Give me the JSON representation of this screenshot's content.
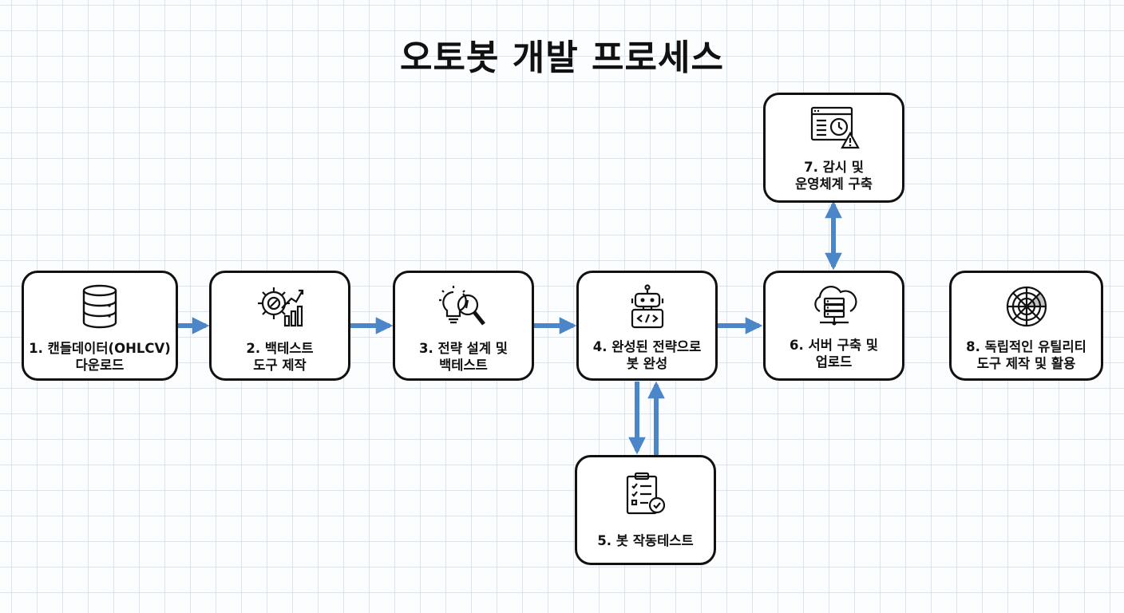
{
  "title": "오토봇 개발 프로세스",
  "nodes": {
    "n1": {
      "label": "1. 캔들데이터(OHLCV)\n다운로드",
      "icon": "database-icon"
    },
    "n2": {
      "label": "2. 백테스트\n도구 제작",
      "icon": "gear-chart-icon"
    },
    "n3": {
      "label": "3. 전략 설계 및\n백테스트",
      "icon": "lightbulb-magnifier-icon"
    },
    "n4": {
      "label": "4. 완성된 전략으로\n봇 완성",
      "icon": "robot-icon"
    },
    "n5": {
      "label": "5. 봇 작동테스트",
      "icon": "checklist-icon"
    },
    "n6": {
      "label": "6. 서버 구축 및\n업로드",
      "icon": "cloud-server-icon"
    },
    "n7": {
      "label": "7. 감시 및\n운영체계 구축",
      "icon": "monitor-alert-icon"
    },
    "n8": {
      "label": "8. 독립적인 유틸리티\n도구 제작 및 활용",
      "icon": "radar-icon"
    }
  },
  "colors": {
    "arrow": "#4a86c8",
    "border": "#111111",
    "grid": "#dde3eb"
  }
}
